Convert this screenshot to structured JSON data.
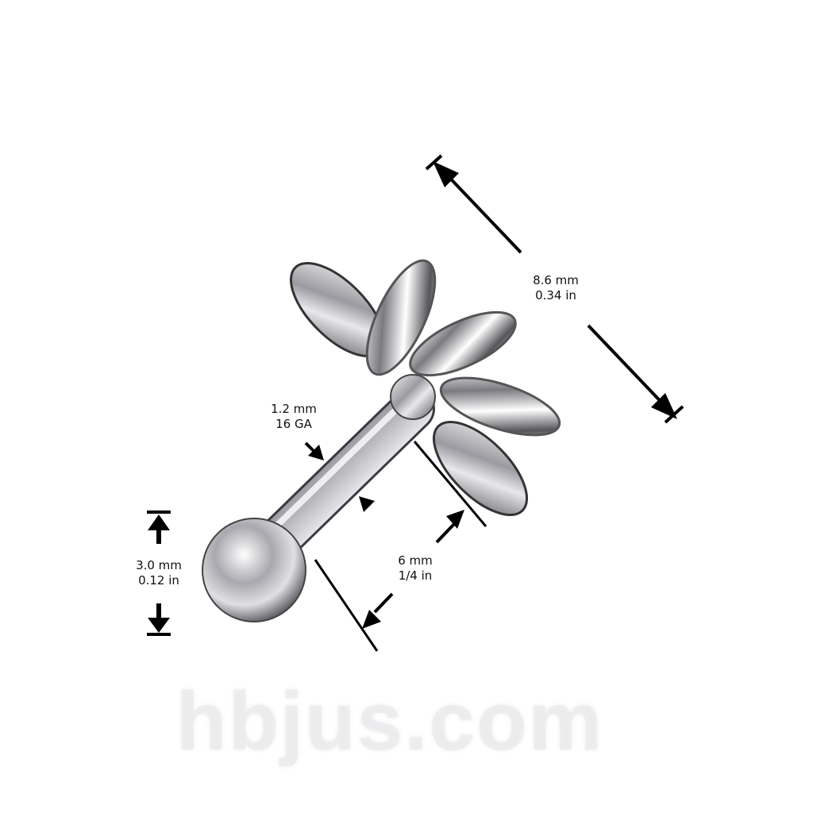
{
  "dimensions": {
    "length_top": {
      "mm": "8.6 mm",
      "in": "0.34 in"
    },
    "gauge": {
      "mm": "1.2 mm",
      "ga": "16 GA"
    },
    "ball": {
      "mm": "3.0 mm",
      "in": "0.12 in"
    },
    "post": {
      "mm": "6 mm",
      "in": "1/4 in"
    }
  },
  "watermark": "hbjus.com",
  "colors": {
    "metal": "#c8c8cc",
    "metal_dark": "#5a5a60",
    "line": "#000000"
  }
}
